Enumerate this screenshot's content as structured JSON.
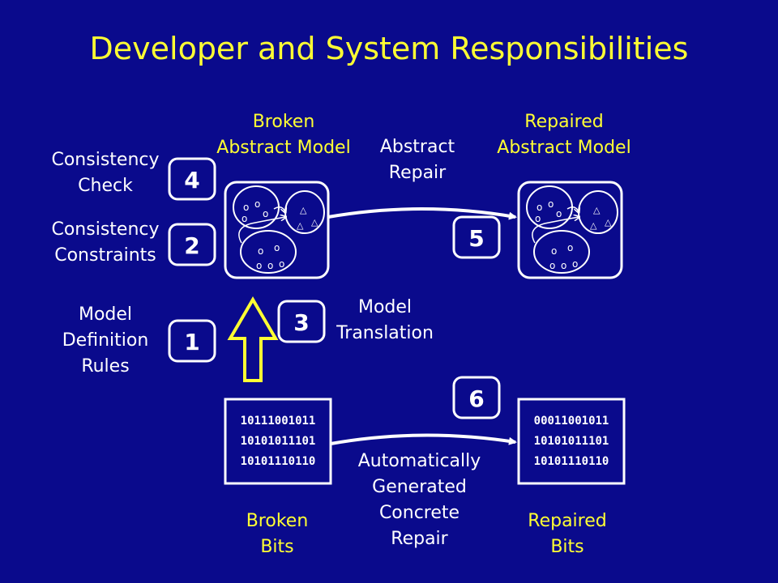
{
  "title": "Developer and System Responsibilities",
  "left_labels": {
    "consistency_check": [
      "Consistency",
      "Check"
    ],
    "consistency_constraints": [
      "Consistency",
      "Constraints"
    ],
    "model_definition_rules": [
      "Model",
      "Definition",
      "Rules"
    ]
  },
  "steps": [
    "4",
    "2",
    "1",
    "3",
    "5",
    "6"
  ],
  "broken_model_label": [
    "Broken",
    "Abstract Model"
  ],
  "repaired_model_label": [
    "Repaired",
    "Abstract Model"
  ],
  "abstract_repair_label": [
    "Abstract",
    "Repair"
  ],
  "model_translation_label": [
    "Model",
    "Translation"
  ],
  "concrete_repair_label": [
    "Automatically",
    "Generated",
    "Concrete",
    "Repair"
  ],
  "broken_bits_label": [
    "Broken",
    "Bits"
  ],
  "repaired_bits_label": [
    "Repaired",
    "Bits"
  ],
  "broken_bits": [
    "10111001011",
    "10101011101",
    "10101110110"
  ],
  "repaired_bits": [
    "00011001011",
    "10101011101",
    "10101110110"
  ],
  "model_symbols": {
    "circle": "o",
    "triangle": "△"
  },
  "colors": {
    "background": "#0a0a8c",
    "title": "#ffff33",
    "text": "#ffffff",
    "highlight": "#ffff33"
  }
}
